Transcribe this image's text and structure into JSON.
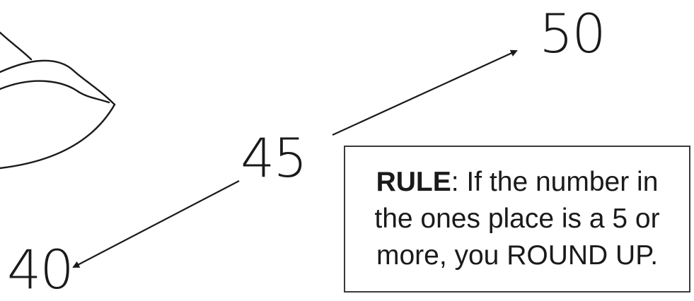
{
  "numbers": {
    "upper": "50",
    "middle": "45",
    "lower": "40"
  },
  "rule": {
    "label": "RULE",
    "line1_rest": ": If the number in",
    "line2": "the ones place is a 5 or",
    "line3": "more, you ROUND UP."
  },
  "colors": {
    "ink": "#1a1a1a",
    "box_border": "#3a3a3a",
    "background": "#ffffff"
  }
}
